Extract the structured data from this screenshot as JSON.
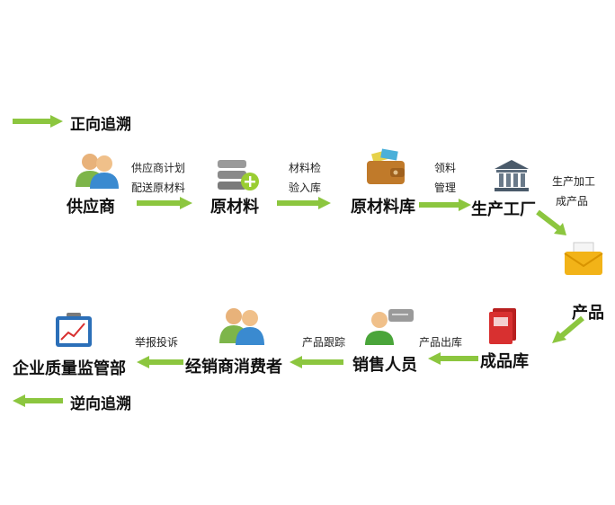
{
  "legend": {
    "forward": "正向追溯",
    "backward": "逆向追溯"
  },
  "nodes": {
    "supplier": "供应商",
    "raw_material": "原材料",
    "raw_material_warehouse": "原材料库",
    "factory": "生产工厂",
    "product": "产品",
    "finished_warehouse": "成品库",
    "sales_staff": "销售人员",
    "distributor_consumer": "经销商消费者",
    "quality_dept": "企业质量监管部"
  },
  "edges": {
    "supplier_plan_1": "供应商计划",
    "supplier_plan_2": "配送原材料",
    "inspect_1": "材料检",
    "inspect_2": "验入库",
    "requisition_1": "领料",
    "requisition_2": "管理",
    "process_1": "生产加工",
    "process_2": "成产品",
    "shipment": "产品出库",
    "tracking": "产品跟踪",
    "complaint": "举报投诉"
  },
  "colors": {
    "arrow": "#8cc63f",
    "arrow_dark": "#6aa524"
  }
}
